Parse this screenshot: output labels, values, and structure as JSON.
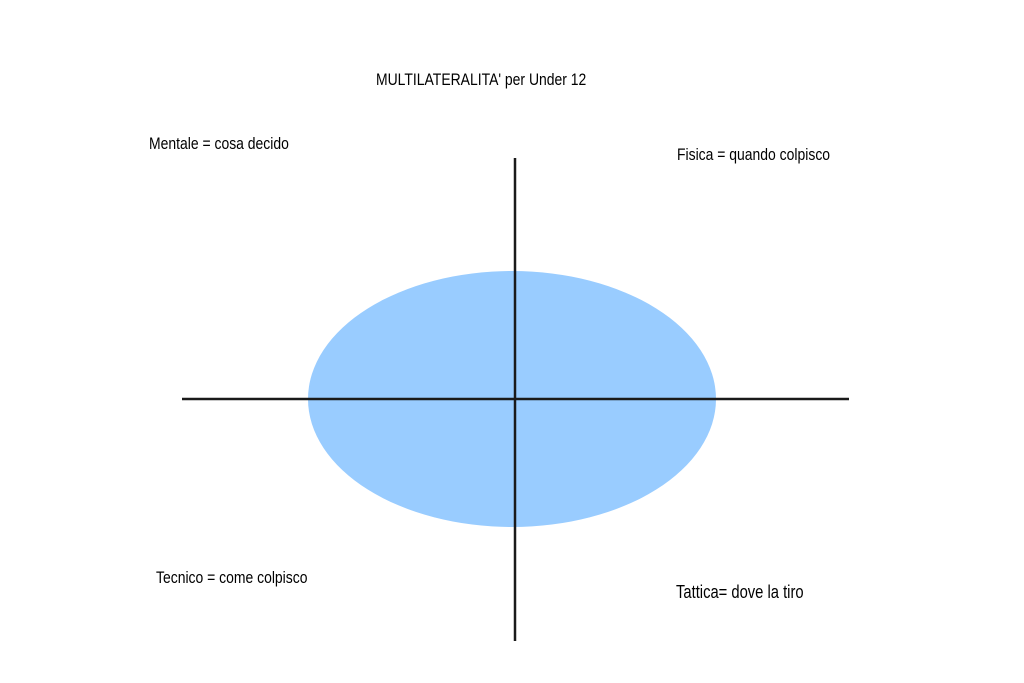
{
  "title": "MULTILATERALITA'  per  Under 12",
  "quadrants": {
    "top_left": "Mentale = cosa decido",
    "top_right": "Fisica = quando colpisco",
    "bottom_left": "Tecnico = come colpisco",
    "bottom_right": "Tattica=  dove la tiro"
  },
  "colors": {
    "ellipse": "#99CCFF",
    "axes": "#1a1a1a"
  }
}
